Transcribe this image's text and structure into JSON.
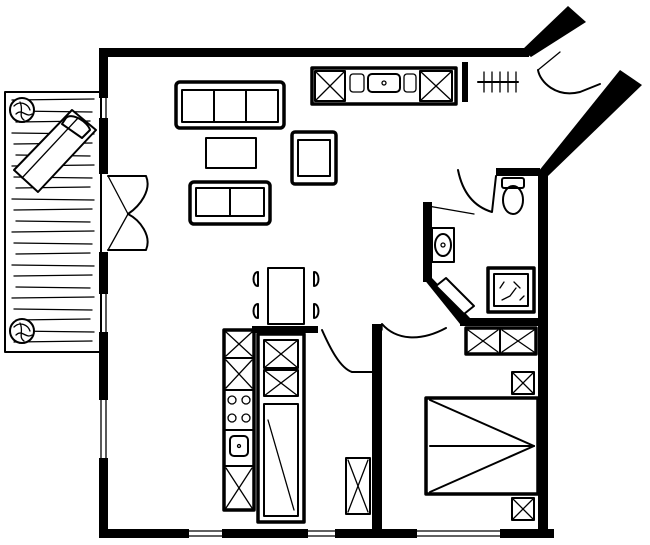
{
  "drawing": {
    "kind": "apartment-floor-plan",
    "style": "hand-drawn ink sketch",
    "ink_color": "#000000",
    "paper_color": "#ffffff",
    "rooms": [
      "living-room",
      "balcony",
      "kitchen",
      "bathroom",
      "bedroom",
      "entrance-hall",
      "wardrobe"
    ],
    "furniture": [
      "sofa",
      "loveseat",
      "coffee-table",
      "armchair",
      "dining-table",
      "dining-chairs",
      "kitchen-counter",
      "stove",
      "kitchen-sink",
      "refrigerator",
      "toilet",
      "washbasin",
      "shower",
      "bathtub",
      "double-bed",
      "nightstands",
      "sun-lounger",
      "potted-plants",
      "coat-rack"
    ]
  }
}
